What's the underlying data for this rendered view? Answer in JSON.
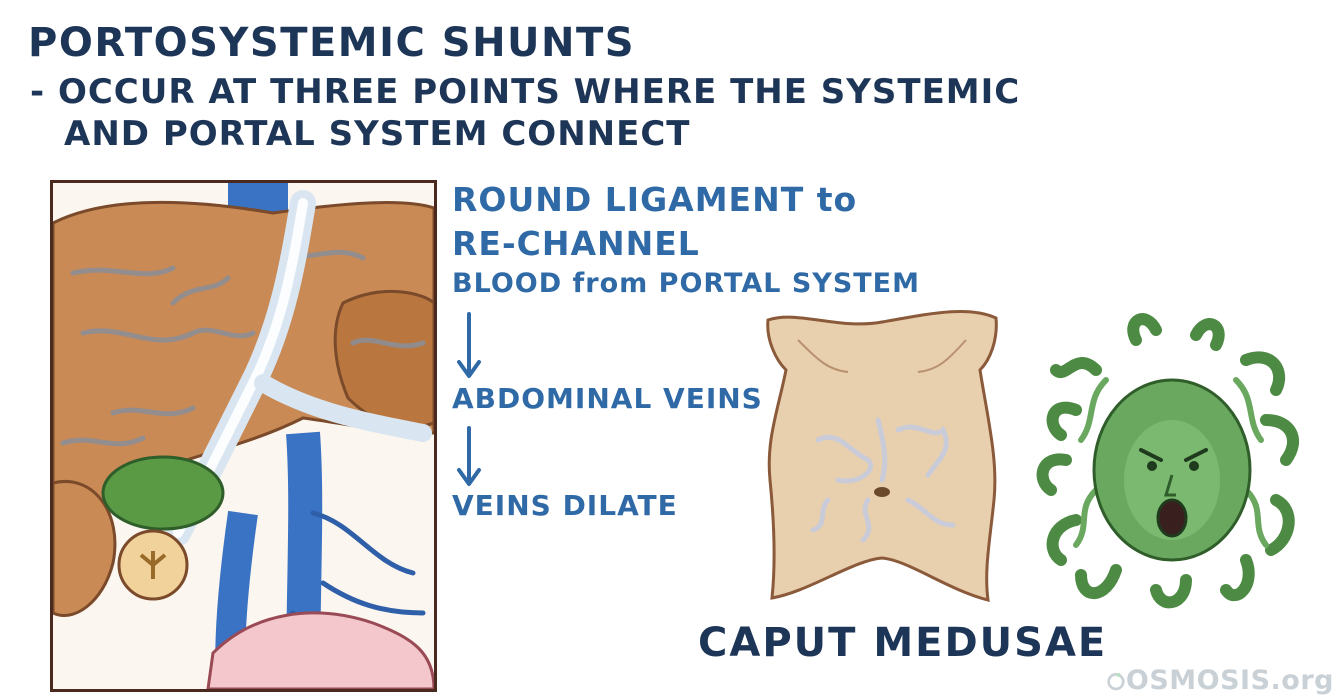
{
  "title": "PORTOSYSTEMIC SHUNTS",
  "subtitle_line1": "- OCCUR AT THREE POINTS WHERE THE SYSTEMIC",
  "subtitle_line2": "AND PORTAL SYSTEM CONNECT",
  "flow": {
    "line1": "ROUND LIGAMENT to",
    "line2": "RE-CHANNEL",
    "line3": "BLOOD from PORTAL SYSTEM",
    "step2": "ABDOMINAL VEINS",
    "step3": "VEINS DILATE"
  },
  "caption": "CAPUT MEDUSAE",
  "logo": "OSMOSIS.org",
  "icons": {
    "arrow": "down-arrow-icon",
    "logo_mark": "osmosis-logo-icon"
  },
  "colors": {
    "heading": "#1d3557",
    "flow_text": "#2f6aa6",
    "liver": "#c98a55",
    "vein": "#3a73c4",
    "skin": "#e8cfae",
    "medusa_green": "#6aa860"
  }
}
